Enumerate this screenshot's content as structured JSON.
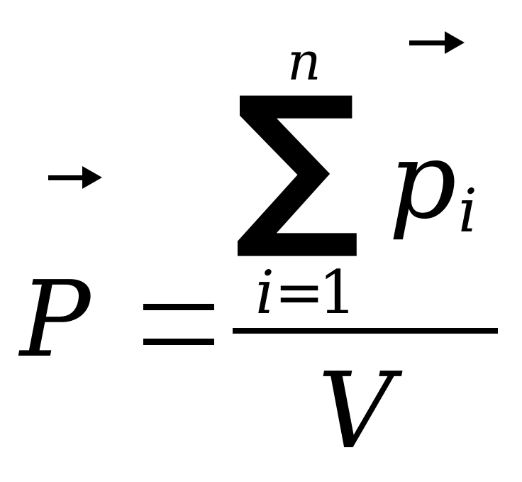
{
  "formula": {
    "lhs": "P",
    "equals": "=",
    "sum_symbol": "∑",
    "upper_limit": "n",
    "summand": "p",
    "summand_subscript": "i",
    "lower_limit_var": "i",
    "lower_limit_eq": "=",
    "lower_limit_value": "1",
    "denominator": "V"
  },
  "icons": {
    "lhs_arrow": "vector-arrow-icon",
    "summand_arrow": "vector-arrow-icon"
  },
  "colors": {
    "ink": "#000000",
    "background": "#ffffff"
  }
}
